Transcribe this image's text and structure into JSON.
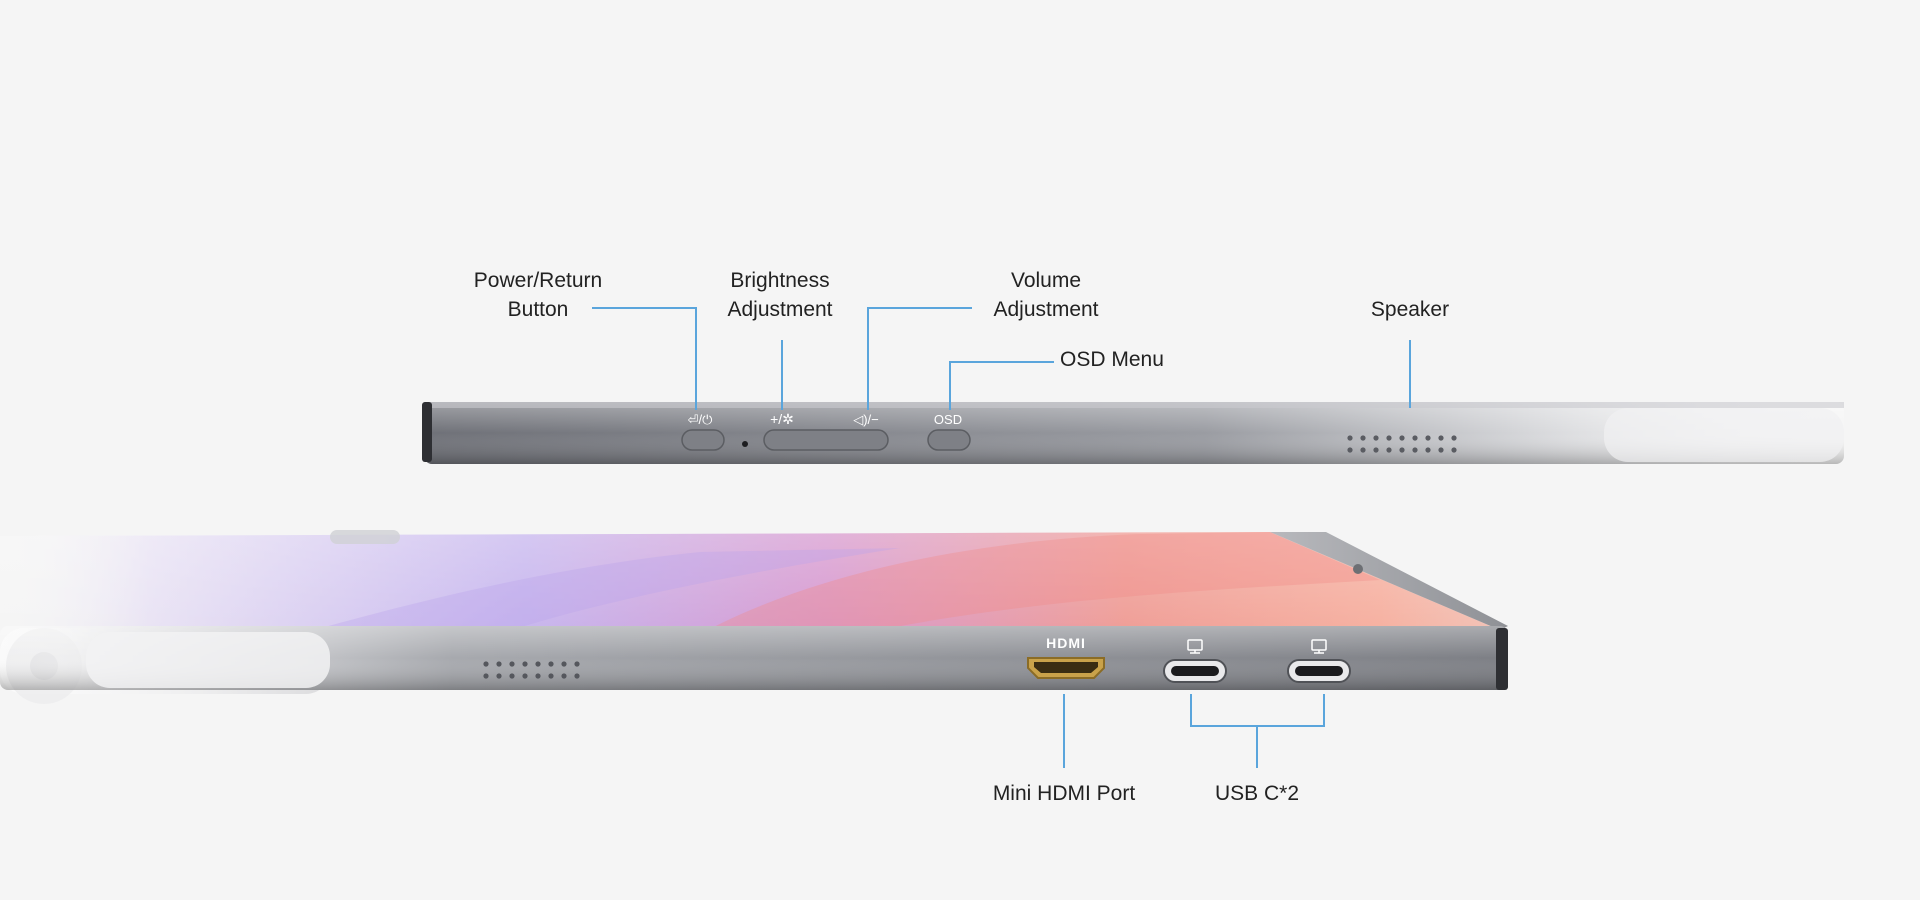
{
  "labels": {
    "power_return": [
      "Power/Return",
      "Button"
    ],
    "brightness": [
      "Brightness",
      "Adjustment"
    ],
    "volume": [
      "Volume",
      "Adjustment"
    ],
    "osd_menu": "OSD Menu",
    "speaker": "Speaker",
    "mini_hdmi": "Mini HDMI Port",
    "usb_c": "USB C*2"
  },
  "device_markings": {
    "power_glyph": "⏎/⏻",
    "brightness_glyph": "+/✲",
    "volume_glyph": "◁)/−",
    "osd_text": "OSD",
    "hdmi_logo": "HDMI",
    "usb_icon": "monitor-icon"
  },
  "colors": {
    "background": "#f5f5f5",
    "callout_line": "#5aa5dc",
    "device_body": "#8d8f95",
    "hdmi_port": "#c9a24a"
  }
}
